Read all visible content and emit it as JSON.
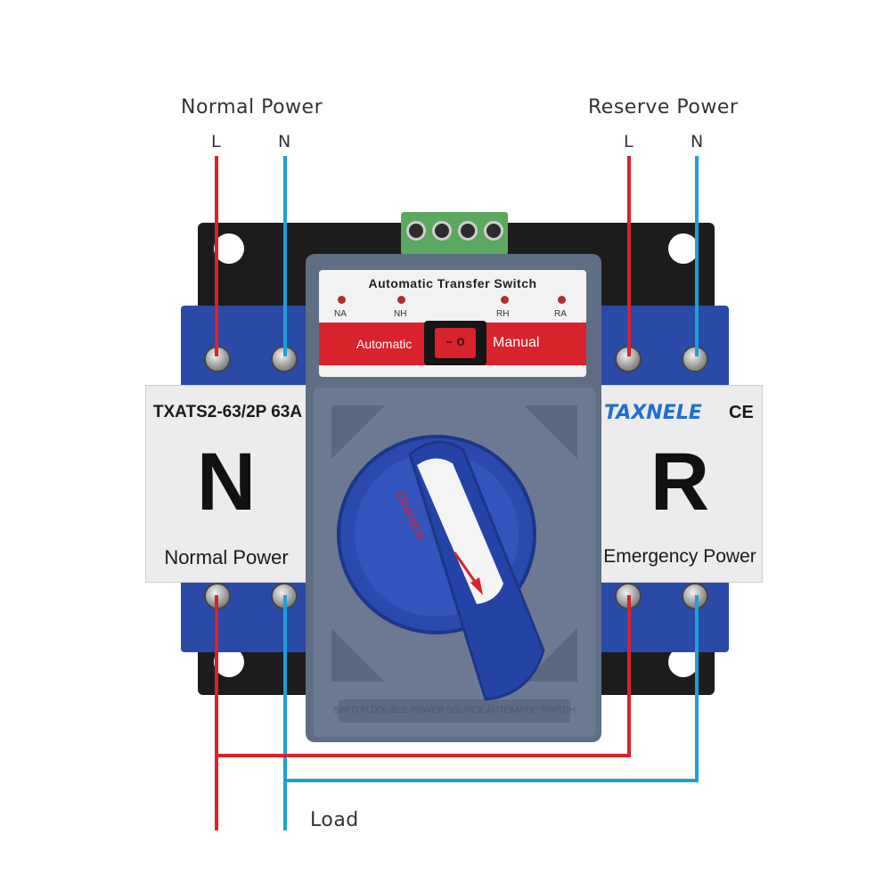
{
  "labels": {
    "normal_power": "Normal Power",
    "reserve_power": "Reserve Power",
    "load": "Load",
    "l": "L",
    "n": "N"
  },
  "device": {
    "header": "Automatic Transfer Switch",
    "leds": [
      "NA",
      "NH",
      "RH",
      "RA"
    ],
    "mode_automatic": "Automatic",
    "mode_manual": "Manual",
    "toggle_symbols": "– o",
    "knob_text": "Direction",
    "bottom_embossed": "SWITCH DOUBLE POWER SOURCE AUTOMATIC SWITCH"
  },
  "left_panel": {
    "model": "TXATS2-63/2P 63A",
    "letter": "N",
    "caption": "Normal Power"
  },
  "right_panel": {
    "brand": "TAXNELE",
    "mark": "CE",
    "letter": "R",
    "caption": "Emergency Power"
  },
  "colors": {
    "live_wire": "#d8222c",
    "neutral_wire": "#1d9fdc",
    "housing": "#5f6e84",
    "knob": "#2a4ab0",
    "terminal_block": "#2a4aa8",
    "brand_blue": "#1f6fd0"
  }
}
